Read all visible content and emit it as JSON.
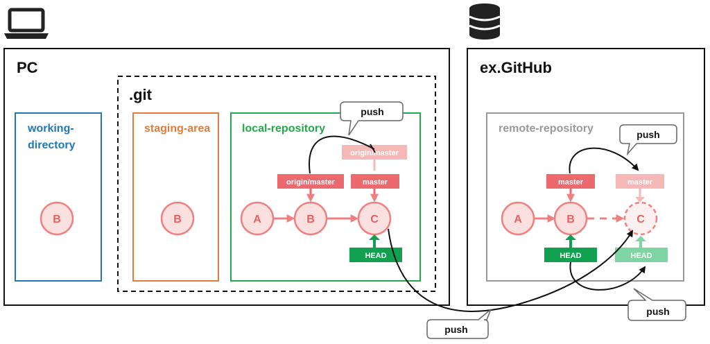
{
  "pc": {
    "title": "PC",
    "git_label": ".git",
    "working_directory": {
      "line1": "working-",
      "line2": "directory",
      "commit": "B"
    },
    "staging_area": {
      "label": "staging-area",
      "commit": "B"
    },
    "local_repository": {
      "label": "local-repository",
      "commits": [
        "A",
        "B",
        "C"
      ],
      "labels": {
        "origin_master_old": "origin/master",
        "origin_master_new": "origin/master",
        "master": "master",
        "head": "HEAD"
      },
      "push_callout": "push"
    }
  },
  "github": {
    "title": "ex.GitHub",
    "remote_repository": {
      "label": "remote-repository",
      "commits": [
        "A",
        "B",
        "C"
      ],
      "labels": {
        "master_old": "master",
        "master_new": "master",
        "head_old": "HEAD",
        "head_new": "HEAD"
      },
      "push_callout_top": "push",
      "push_callout_bottom": "push"
    }
  },
  "bottom_push_callout": "push",
  "colors": {
    "commit_fill": "#fbe0e0",
    "commit_stroke": "#f08080",
    "commit_text": "#e8605f",
    "branch_label": "#ec6a6e",
    "branch_label_faded": "#f6b7b7",
    "head_label": "#10a050",
    "head_label_faded": "#7fd4a4",
    "working_dir": "#1f77b4",
    "staging": "#e07b39",
    "local_repo": "#21a84a",
    "remote_repo": "#999999"
  },
  "icons": {
    "pc": "laptop-icon",
    "server": "database-icon"
  }
}
